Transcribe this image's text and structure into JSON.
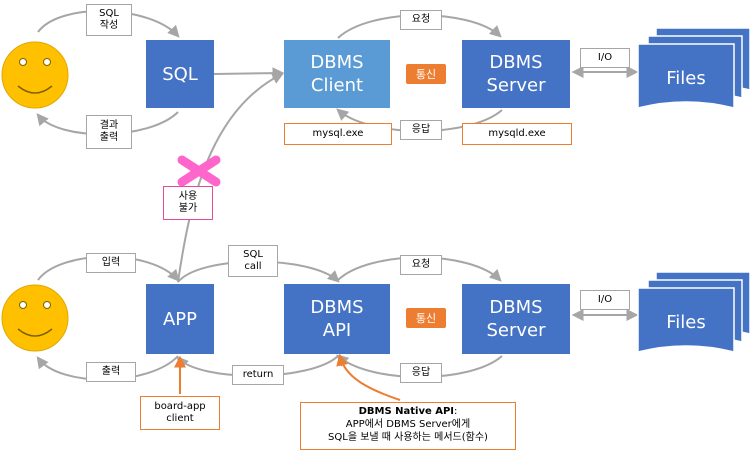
{
  "top": {
    "sql_write_label": "SQL\n작성",
    "result_output_label": "결과\n출력",
    "sql_box": "SQL",
    "dbms_client_box": "DBMS\nClient",
    "dbms_server_box": "DBMS\nServer",
    "comm_tag": "통신",
    "request_label": "요청",
    "response_label": "응답",
    "client_exe": "mysql.exe",
    "server_exe": "mysqld.exe",
    "io_label": "I/O",
    "files_label": "Files"
  },
  "unusable_label": "사용\n불가",
  "bottom": {
    "input_label": "입력",
    "output_label": "출력",
    "app_box": "APP",
    "sql_call_label": "SQL\ncall",
    "return_label": "return",
    "dbms_api_box": "DBMS\nAPI",
    "comm_tag": "통신",
    "request_label": "요청",
    "response_label": "응답",
    "dbms_server_box": "DBMS\nServer",
    "io_label": "I/O",
    "files_label": "Files",
    "board_app_label": "board-app\nclient",
    "note_title": "DBMS Native API",
    "note_line1": "APP에서 DBMS Server에게",
    "note_line2": "SQL을 보낼 때 사용하는 메서드(함수)"
  },
  "colors": {
    "box_blue": "#4472c4",
    "client_lightblue": "#5b9bd5",
    "tag_orange": "#ed7d31",
    "smiley_yellow": "#ffc000",
    "cross_pink": "#ff66cc",
    "arrow_gray": "#a6a6a6"
  }
}
